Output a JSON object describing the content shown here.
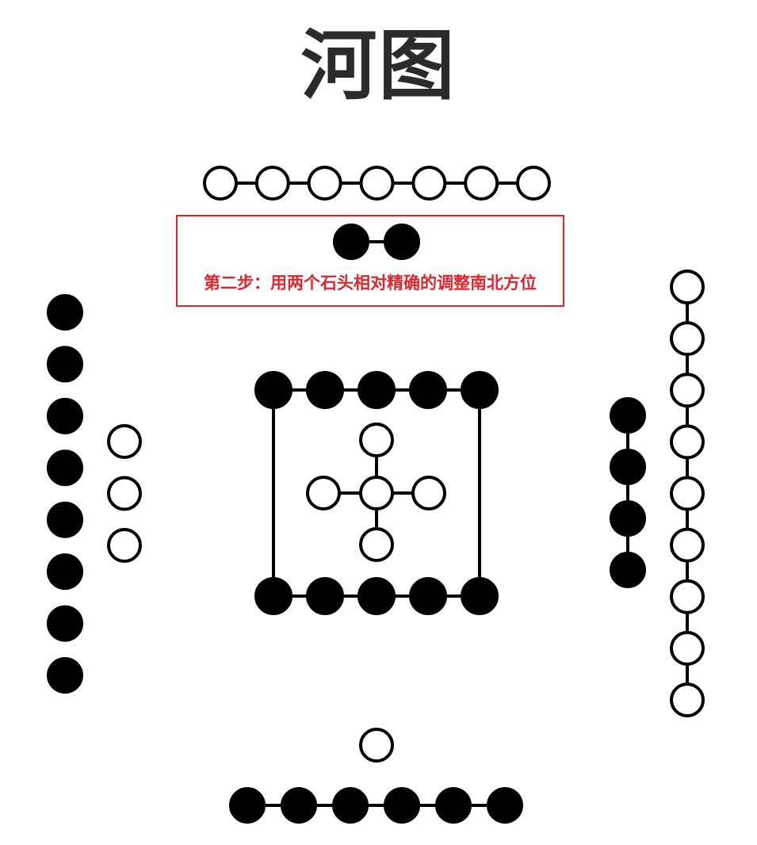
{
  "title": "河图",
  "callout": {
    "text": "第二步：用两个石头相对精确的调整南北方位",
    "color": "#e0262b"
  },
  "colors": {
    "yang_dot": "#ffffff",
    "yin_dot": "#000000",
    "stroke": "#000000"
  },
  "groups": [
    {
      "id": "north-outer",
      "count": 7,
      "kind": "open"
    },
    {
      "id": "north-inner",
      "count": 2,
      "kind": "filled"
    },
    {
      "id": "west-outer",
      "count": 8,
      "kind": "filled"
    },
    {
      "id": "west-inner",
      "count": 3,
      "kind": "open"
    },
    {
      "id": "center-top",
      "count": 5,
      "kind": "filled"
    },
    {
      "id": "center-bottom",
      "count": 5,
      "kind": "filled"
    },
    {
      "id": "center-cross",
      "count": 5,
      "kind": "open"
    },
    {
      "id": "east-inner",
      "count": 4,
      "kind": "filled"
    },
    {
      "id": "east-outer",
      "count": 9,
      "kind": "open"
    },
    {
      "id": "south-inner",
      "count": 1,
      "kind": "open"
    },
    {
      "id": "south-outer",
      "count": 6,
      "kind": "filled"
    }
  ]
}
